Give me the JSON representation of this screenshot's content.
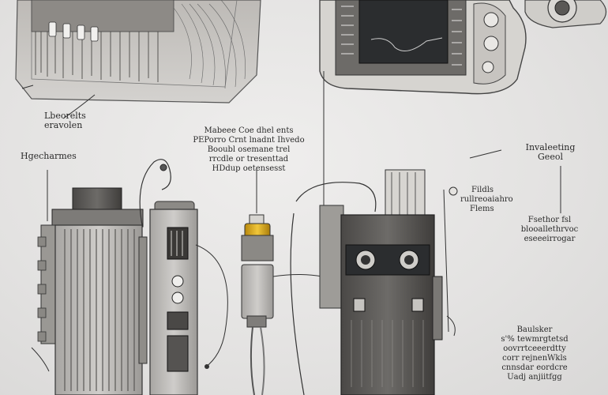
{
  "labels": {
    "top_left": [
      "Lbeorelts",
      "eravolen"
    ],
    "left_mid": "Hgecharmes",
    "center": [
      "Mabeee Coe dhel ents",
      "PEPorro Crnt lnadnt Ihvedo",
      "Booubl osemane trel",
      "rrcdle or tresenttad",
      "HDdup oetensesst"
    ],
    "right_top": [
      "Invaleeting",
      "Geeol"
    ],
    "right_mid": [
      "Fildls",
      "rullreoaiahro",
      "Flems"
    ],
    "right_mid2": [
      "Fsethor fsl",
      "blooallethrvoc",
      "eseeeirrogar"
    ],
    "right_bottom": [
      "Baulsker",
      "s'% tewmrgtetsd",
      "oovrrtceeerdtty",
      "corr rejnenWkls",
      "cnnsdar eordcre",
      "Uadj anjiitfgg"
    ]
  },
  "colors": {
    "ink": "#2a2a2a",
    "device_light": "#c9c7c3",
    "device_dark": "#5a5856",
    "accent_yellow": "#e0b21a",
    "screen": "#2b2d2f"
  }
}
